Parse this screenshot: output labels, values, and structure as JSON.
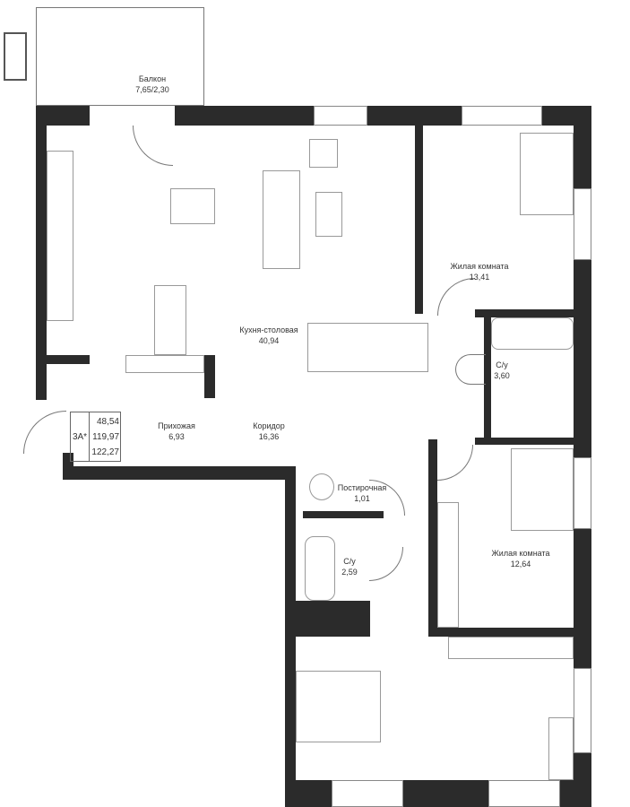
{
  "rooms": [
    {
      "name": "Балкон",
      "area": "7,65/2,30"
    },
    {
      "name": "Кухня-столовая",
      "area": "40,94"
    },
    {
      "name": "Жилая комната",
      "area": "13,41"
    },
    {
      "name": "С/у",
      "area": "3,60"
    },
    {
      "name": "Прихожая",
      "area": "6,93"
    },
    {
      "name": "Коридор",
      "area": "16,36"
    },
    {
      "name": "Постирочная",
      "area": "1,01"
    },
    {
      "name": "С/у",
      "area": "2,59"
    },
    {
      "name": "Жилая комната",
      "area": "12,64"
    }
  ],
  "apartment": {
    "code": "3А*",
    "living_area": "48,54",
    "total_area": "119,97",
    "area_with_balcony": "122,27"
  },
  "colors": {
    "wall": "#2b2b2b",
    "line": "#999999"
  }
}
